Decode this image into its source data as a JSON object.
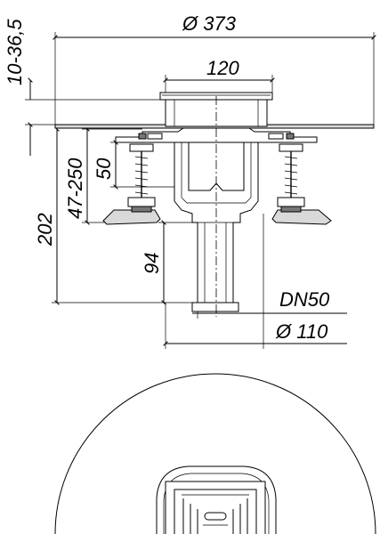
{
  "diagram": {
    "dimensions": {
      "flange_diameter": "Ø 373",
      "grate_width": "120",
      "adjustment_range": "10-36,5",
      "height_range": "47-250",
      "water_seal": "50",
      "total_height": "202",
      "outlet_length": "94",
      "nominal_size": "DN50",
      "outlet_diameter": "Ø 110"
    }
  }
}
